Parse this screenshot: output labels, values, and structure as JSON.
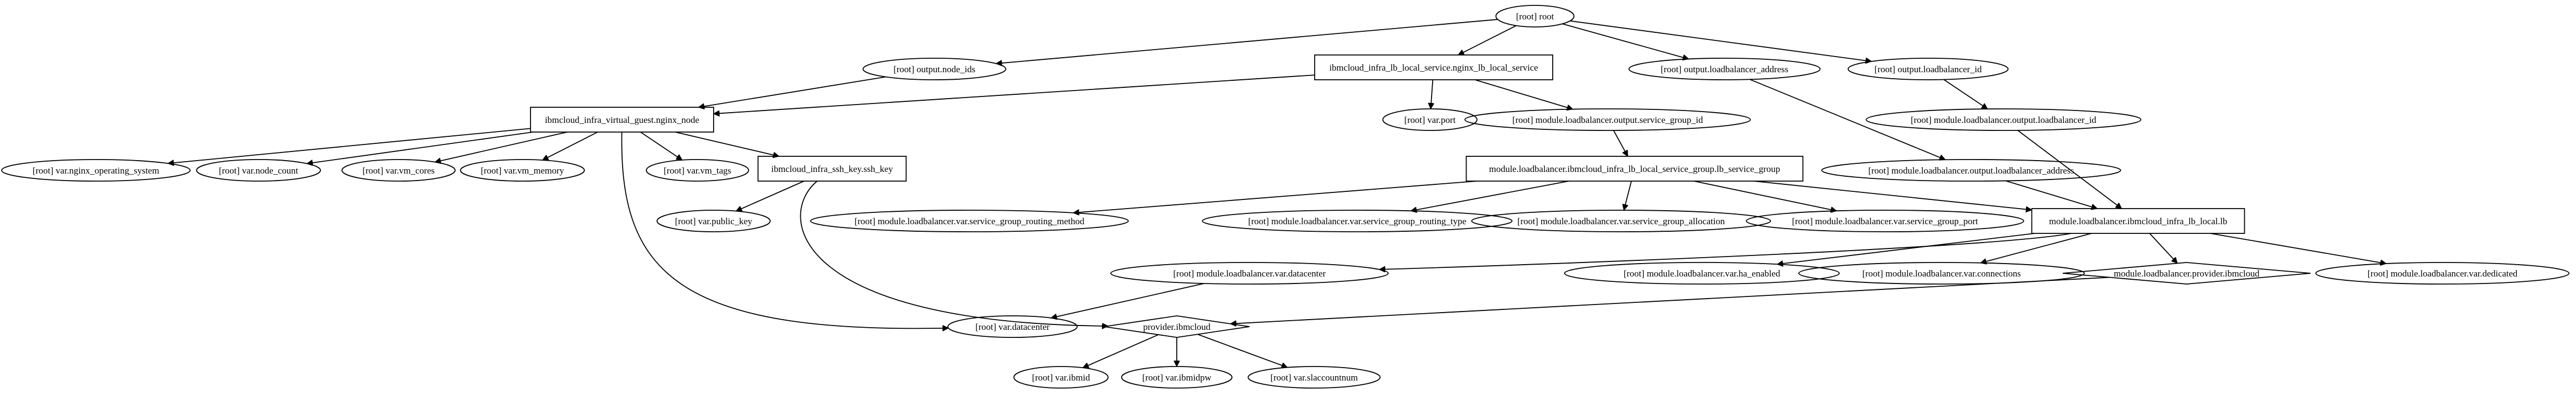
{
  "graph": {
    "nodes": [
      {
        "id": "root",
        "label": "[root] root",
        "shape": "ellipse"
      },
      {
        "id": "out_node_ids",
        "label": "[root] output.node_ids",
        "shape": "ellipse"
      },
      {
        "id": "lb_svc",
        "label": "ibmcloud_infra_lb_local_service.nginx_lb_local_service",
        "shape": "box"
      },
      {
        "id": "out_lb_addr",
        "label": "[root] output.loadbalancer_address",
        "shape": "ellipse"
      },
      {
        "id": "out_lb_id",
        "label": "[root] output.loadbalancer_id",
        "shape": "ellipse"
      },
      {
        "id": "vg_nginx",
        "label": "ibmcloud_infra_virtual_guest.nginx_node",
        "shape": "box"
      },
      {
        "id": "var_port",
        "label": "[root] var.port",
        "shape": "ellipse"
      },
      {
        "id": "mod_out_sgid",
        "label": "[root] module.loadbalancer.output.service_group_id",
        "shape": "ellipse"
      },
      {
        "id": "mod_out_lbid",
        "label": "[root] module.loadbalancer.output.loadbalancer_id",
        "shape": "ellipse"
      },
      {
        "id": "var_os",
        "label": "[root] var.nginx_operating_system",
        "shape": "ellipse"
      },
      {
        "id": "var_node_count",
        "label": "[root] var.node_count",
        "shape": "ellipse"
      },
      {
        "id": "var_vm_cores",
        "label": "[root] var.vm_cores",
        "shape": "ellipse"
      },
      {
        "id": "var_vm_memory",
        "label": "[root] var.vm_memory",
        "shape": "ellipse"
      },
      {
        "id": "var_vm_tags",
        "label": "[root] var.vm_tags",
        "shape": "ellipse"
      },
      {
        "id": "ssh_key",
        "label": "ibmcloud_infra_ssh_key.ssh_key",
        "shape": "box"
      },
      {
        "id": "mod_sg",
        "label": "module.loadbalancer.ibmcloud_infra_lb_local_service_group.lb_service_group",
        "shape": "box"
      },
      {
        "id": "mod_out_lbaddr",
        "label": "[root] module.loadbalancer.output.loadbalancer_address",
        "shape": "ellipse"
      },
      {
        "id": "var_public_key",
        "label": "[root] var.public_key",
        "shape": "ellipse"
      },
      {
        "id": "mod_var_sg_rm",
        "label": "[root] module.loadbalancer.var.service_group_routing_method",
        "shape": "ellipse"
      },
      {
        "id": "mod_var_sg_rt",
        "label": "[root] module.loadbalancer.var.service_group_routing_type",
        "shape": "ellipse"
      },
      {
        "id": "mod_var_sg_alloc",
        "label": "[root] module.loadbalancer.var.service_group_allocation",
        "shape": "ellipse"
      },
      {
        "id": "mod_var_sg_port",
        "label": "[root] module.loadbalancer.var.service_group_port",
        "shape": "ellipse"
      },
      {
        "id": "mod_lb",
        "label": "module.loadbalancer.ibmcloud_infra_lb_local.lb",
        "shape": "box"
      },
      {
        "id": "mod_var_dc",
        "label": "[root] module.loadbalancer.var.datacenter",
        "shape": "ellipse"
      },
      {
        "id": "mod_var_ha",
        "label": "[root] module.loadbalancer.var.ha_enabled",
        "shape": "ellipse"
      },
      {
        "id": "mod_var_conn",
        "label": "[root] module.loadbalancer.var.connections",
        "shape": "ellipse"
      },
      {
        "id": "mod_provider",
        "label": "module.loadbalancer.provider.ibmcloud",
        "shape": "diamond"
      },
      {
        "id": "mod_var_dedicated",
        "label": "[root] module.loadbalancer.var.dedicated",
        "shape": "ellipse"
      },
      {
        "id": "var_datacenter",
        "label": "[root] var.datacenter",
        "shape": "ellipse"
      },
      {
        "id": "provider",
        "label": "provider.ibmcloud",
        "shape": "diamond"
      },
      {
        "id": "var_ibmid",
        "label": "[root] var.ibmid",
        "shape": "ellipse"
      },
      {
        "id": "var_ibmidpw",
        "label": "[root] var.ibmidpw",
        "shape": "ellipse"
      },
      {
        "id": "var_slaccountnum",
        "label": "[root] var.slaccountnum",
        "shape": "ellipse"
      }
    ],
    "edges": [
      {
        "from": "root",
        "to": "out_node_ids"
      },
      {
        "from": "root",
        "to": "lb_svc"
      },
      {
        "from": "root",
        "to": "out_lb_addr"
      },
      {
        "from": "root",
        "to": "out_lb_id"
      },
      {
        "from": "out_node_ids",
        "to": "vg_nginx"
      },
      {
        "from": "lb_svc",
        "to": "vg_nginx"
      },
      {
        "from": "lb_svc",
        "to": "var_port"
      },
      {
        "from": "lb_svc",
        "to": "mod_out_sgid"
      },
      {
        "from": "out_lb_addr",
        "to": "mod_out_lbaddr"
      },
      {
        "from": "out_lb_id",
        "to": "mod_out_lbid"
      },
      {
        "from": "vg_nginx",
        "to": "var_os"
      },
      {
        "from": "vg_nginx",
        "to": "var_node_count"
      },
      {
        "from": "vg_nginx",
        "to": "var_vm_cores"
      },
      {
        "from": "vg_nginx",
        "to": "var_vm_memory"
      },
      {
        "from": "vg_nginx",
        "to": "var_vm_tags"
      },
      {
        "from": "vg_nginx",
        "to": "ssh_key"
      },
      {
        "from": "vg_nginx",
        "to": "var_datacenter"
      },
      {
        "from": "mod_out_sgid",
        "to": "mod_sg"
      },
      {
        "from": "mod_out_lbid",
        "to": "mod_lb"
      },
      {
        "from": "ssh_key",
        "to": "var_public_key"
      },
      {
        "from": "ssh_key",
        "to": "provider"
      },
      {
        "from": "mod_sg",
        "to": "mod_var_sg_rm"
      },
      {
        "from": "mod_sg",
        "to": "mod_var_sg_rt"
      },
      {
        "from": "mod_sg",
        "to": "mod_var_sg_alloc"
      },
      {
        "from": "mod_sg",
        "to": "mod_var_sg_port"
      },
      {
        "from": "mod_sg",
        "to": "mod_lb"
      },
      {
        "from": "mod_out_lbaddr",
        "to": "mod_lb"
      },
      {
        "from": "mod_lb",
        "to": "mod_var_dc"
      },
      {
        "from": "mod_lb",
        "to": "mod_var_ha"
      },
      {
        "from": "mod_lb",
        "to": "mod_var_conn"
      },
      {
        "from": "mod_lb",
        "to": "mod_provider"
      },
      {
        "from": "mod_lb",
        "to": "mod_var_dedicated"
      },
      {
        "from": "mod_var_dc",
        "to": "var_datacenter"
      },
      {
        "from": "mod_provider",
        "to": "provider"
      },
      {
        "from": "provider",
        "to": "var_ibmid"
      },
      {
        "from": "provider",
        "to": "var_ibmidpw"
      },
      {
        "from": "provider",
        "to": "var_slaccountnum"
      }
    ]
  }
}
